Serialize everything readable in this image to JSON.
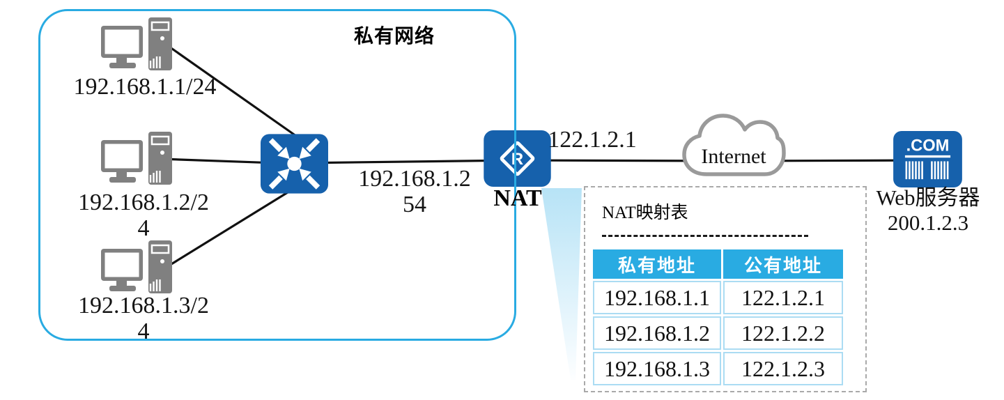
{
  "colors": {
    "device_blue": "#1661AC",
    "accent_cyan": "#29ABE2",
    "table_cell_border": "#ABDCF3",
    "callout_wedge_blue": "#B7E3F6",
    "dashed_border_gray": "#A9A9A9",
    "pc_icon_gray": "#808080",
    "cloud_outline_gray": "#9A9A9A",
    "link_line_black": "#111111"
  },
  "private_network": {
    "title": "私有网络"
  },
  "hosts": [
    {
      "label": "192.168.1.1/24"
    },
    {
      "label": "192.168.1.2/24"
    },
    {
      "label": "192.168.1.3/24"
    }
  ],
  "lan": {
    "switch_interface_ip": "192.168.1.254"
  },
  "nat_router": {
    "label": "NAT",
    "public_ip": "122.1.2.1",
    "icon_letter": "R"
  },
  "internet": {
    "label": "Internet"
  },
  "web_server": {
    "name": "Web服务器",
    "ip": "200.1.2.3",
    "icon_text": ".COM"
  },
  "nat_table": {
    "title": "NAT映射表",
    "columns": [
      "私有地址",
      "公有地址"
    ],
    "rows": [
      [
        "192.168.1.1",
        "122.1.2.1"
      ],
      [
        "192.168.1.2",
        "122.1.2.2"
      ],
      [
        "192.168.1.3",
        "122.1.2.3"
      ]
    ]
  }
}
